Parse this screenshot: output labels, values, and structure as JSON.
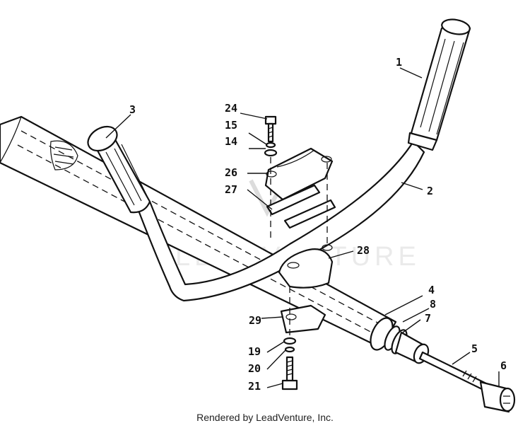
{
  "diagram": {
    "callouts": [
      "1",
      "2",
      "3",
      "4",
      "5",
      "6",
      "7",
      "8",
      "14",
      "15",
      "19",
      "20",
      "21",
      "24",
      "26",
      "27",
      "28",
      "29"
    ],
    "watermark": "LEADVENTURE"
  },
  "footer": {
    "credit": "Rendered by LeadVenture, Inc."
  }
}
